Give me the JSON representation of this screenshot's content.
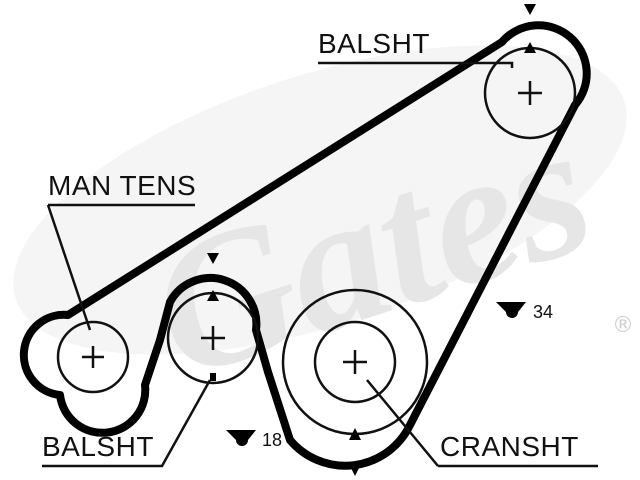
{
  "watermark": {
    "brand": "Gates",
    "registered_symbol": "®"
  },
  "labels": {
    "balshaft_top": "BALSHT",
    "manual_tensioner": "MAN TENS",
    "balshaft_bottom": "BALSHT",
    "crankshaft": "CRANSHT"
  },
  "tooth_counts": {
    "right_span": "34",
    "lower_span": "18"
  },
  "colors": {
    "belt": "#000000",
    "pulley": "#111111",
    "watermark": "#e6e6e6"
  },
  "icons": {
    "timing_mark": "triangle-marker-icon",
    "tooth_count": "belt-tooth-icon"
  }
}
